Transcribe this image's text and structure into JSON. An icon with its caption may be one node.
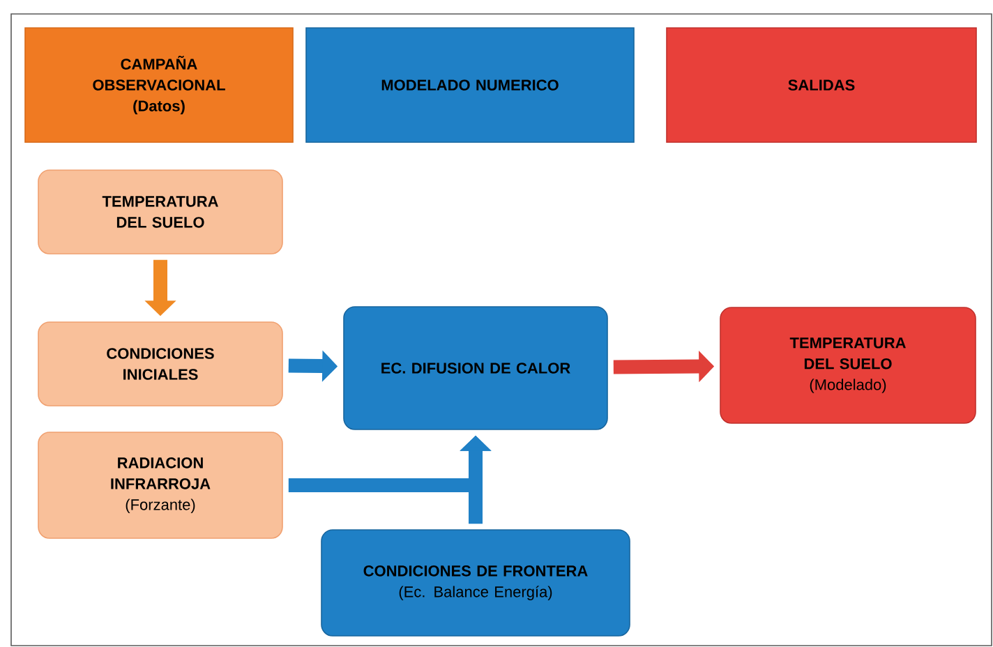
{
  "diagram": {
    "nodes": [
      {
        "text": [
          "CAMPAÑA OBSERVACIONAL",
          "(Datos)"
        ]
      },
      {
        "text": [
          "MODELADO NUMERICO"
        ]
      },
      {
        "text": [
          "SALIDAS"
        ]
      },
      {
        "text": [
          "TEMPERATURA DEL SUELO"
        ]
      },
      {
        "text": [
          "CONDICIONES INICIALES"
        ]
      },
      {
        "text": [
          "RADIACION INFRARROJA",
          "(Forzante)"
        ]
      },
      {
        "text": [
          "EC. DIFUSION DE CALOR"
        ]
      },
      {
        "text": [
          "CONDICIONES DE FRONTERA",
          "(Ec. Balance Energía)"
        ]
      },
      {
        "text": [
          "TEMPERATURA DEL SUELO",
          "(Modelado)"
        ]
      }
    ],
    "edges": [
      {
        "from": 3,
        "to": 4,
        "arrow": "to",
        "color": "#f08a24"
      },
      {
        "from": 4,
        "to": 6,
        "arrow": "to"
      },
      {
        "from": 6,
        "to": 8,
        "arrow": "to",
        "color": "#e0403a"
      },
      {
        "from": 5,
        "to": 6,
        "arrow": "to"
      },
      {
        "from": 7,
        "to": 6,
        "arrow": "to"
      }
    ]
  }
}
